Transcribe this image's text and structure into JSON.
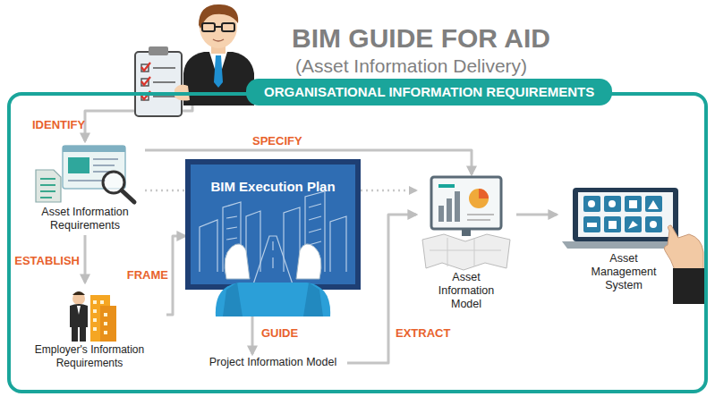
{
  "diagram": {
    "title": "BIM GUIDE FOR AID",
    "nodes": [
      {
        "text": [
          "ORGANISATIONAL INFORMATION REQUIREMENTS"
        ]
      },
      {
        "text": [
          "Asset Information Requirements"
        ],
        "in": 0
      },
      {
        "text": [
          "Employer's Information Requirements"
        ],
        "in": 0
      },
      {
        "text": [
          "BIM Execution Plan"
        ],
        "in": 0
      },
      {
        "text": [
          "Project Information Model"
        ],
        "in": 0
      },
      {
        "text": [
          "Asset Information Model"
        ],
        "in": 0
      },
      {
        "text": [
          "Asset Management System"
        ],
        "in": 0
      }
    ],
    "edges": [
      {
        "from": 0,
        "to": 1,
        "label": "IDENTIFY",
        "arrow": "to"
      },
      {
        "from": 1,
        "to": 5,
        "label": "SPECIFY",
        "arrow": "to"
      },
      {
        "from": 1,
        "to": 2,
        "label": "ESTABLISH",
        "arrow": "to"
      },
      {
        "from": 2,
        "to": 3,
        "label": "FRAME",
        "arrow": "to"
      },
      {
        "from": 3,
        "to": 4,
        "label": "GUIDE",
        "arrow": "to"
      },
      {
        "from": 4,
        "to": 5,
        "label": "EXTRACT",
        "arrow": "to"
      },
      {
        "from": 5,
        "to": 6,
        "arrow": "to"
      },
      {
        "from": 1,
        "to": 3,
        "arrow": "none"
      },
      {
        "from": 3,
        "to": 5,
        "arrow": "to"
      }
    ],
    "labels": [
      "(Asset Information Delivery)"
    ]
  }
}
